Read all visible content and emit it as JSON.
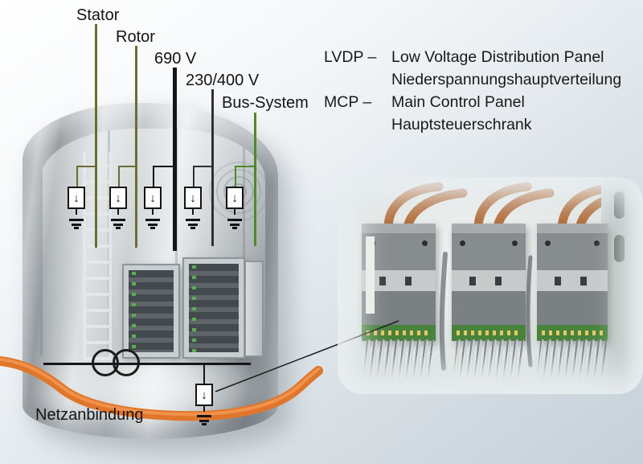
{
  "feeders": [
    {
      "label": "Stator",
      "color": "#6d6d2f"
    },
    {
      "label": "Rotor",
      "color": "#6d6d2f"
    },
    {
      "label": "690 V",
      "color": "#151515"
    },
    {
      "label": "230/400 V",
      "color": "#303030"
    },
    {
      "label": "Bus-System",
      "color": "#4d8b28"
    }
  ],
  "legend": {
    "rows": [
      {
        "abbr": "LVDP –",
        "line1": "Low Voltage Distribution Panel",
        "line2": "Niederspannungshauptverteilung"
      },
      {
        "abbr": "MCP –",
        "line1": "Main Control Panel",
        "line2": "Hauptsteuerschrank"
      }
    ]
  },
  "bottom": {
    "grid_label": "Netzanbindung"
  },
  "colors": {
    "power_cable": "#e0762a",
    "power_cable_highlight": "#f29b55",
    "connector_line": "#1c1c1c",
    "pcb_green": "#47833a",
    "photo_cable": "#b4703d",
    "gray_cable": "#8d9499",
    "waves": "#7d919a"
  },
  "icons": {
    "surge_arrester_arrow": "↓"
  }
}
